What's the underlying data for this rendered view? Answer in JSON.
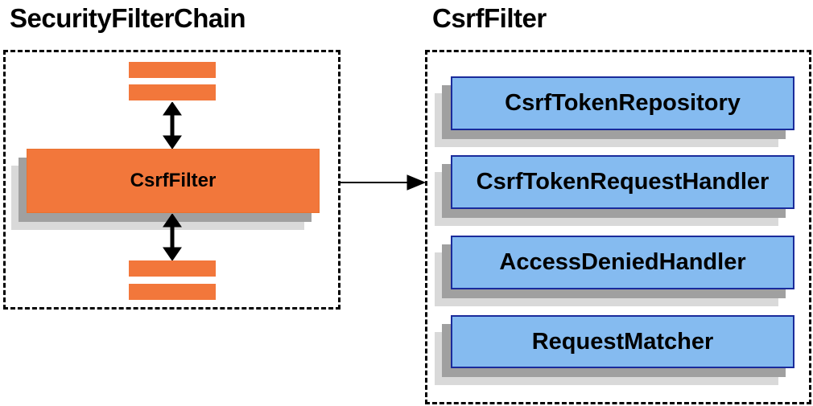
{
  "colors": {
    "orange": "#F2773B",
    "orange_border": "#E8722F",
    "blue_fill": "#85BBF0",
    "blue_border": "#1A2B9B",
    "shadow_dark": "#A0A0A0",
    "shadow_light": "#D9D9D9",
    "line": "#000000",
    "background": "#FFFFFF"
  },
  "left_panel": {
    "title": "SecurityFilterChain",
    "filter_label": "CsrfFilter"
  },
  "right_panel": {
    "title": "CsrfFilter",
    "components": [
      {
        "label": "CsrfTokenRepository"
      },
      {
        "label": "CsrfTokenRequestHandler"
      },
      {
        "label": "AccessDeniedHandler"
      },
      {
        "label": "RequestMatcher"
      }
    ]
  }
}
